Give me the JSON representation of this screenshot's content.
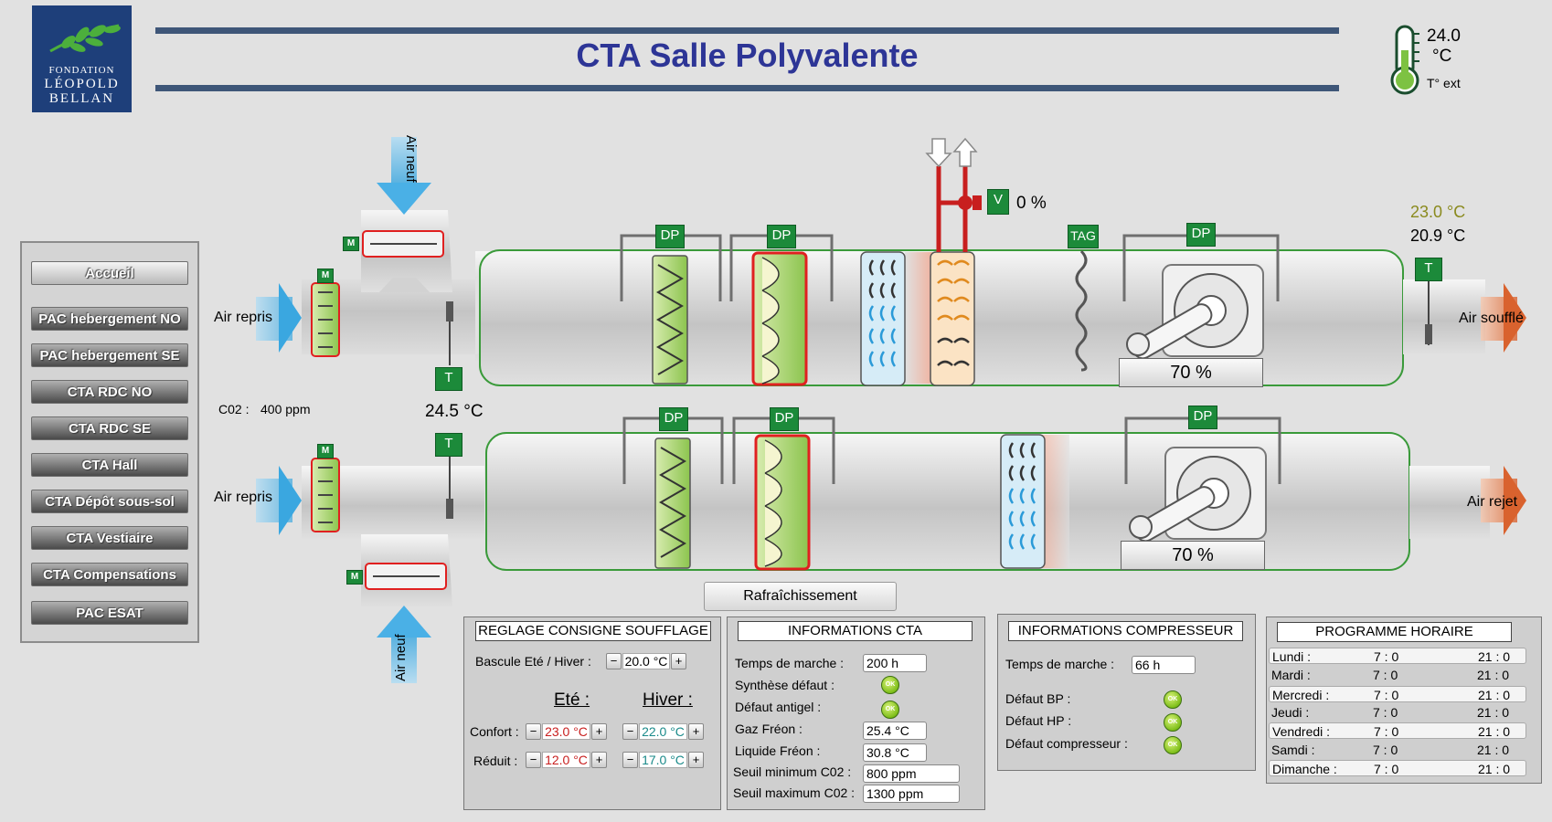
{
  "header": {
    "title": "CTA Salle Polyvalente",
    "logo_lines": [
      "FONDATION",
      "LÉOPOLD",
      "BELLAN"
    ],
    "ext_temp_value": "24.0",
    "ext_temp_unit": "°C",
    "ext_temp_label": "T° ext"
  },
  "nav": {
    "items": [
      {
        "label": "Accueil",
        "style": "light"
      },
      {
        "label": "PAC hebergement NO",
        "style": "dark"
      },
      {
        "label": "PAC hebergement SE",
        "style": "dark"
      },
      {
        "label": "CTA RDC NO",
        "style": "dark"
      },
      {
        "label": "CTA RDC SE",
        "style": "dark"
      },
      {
        "label": "CTA Hall",
        "style": "dark"
      },
      {
        "label": "CTA Dépôt sous-sol",
        "style": "dark"
      },
      {
        "label": "CTA Vestiaire",
        "style": "dark"
      },
      {
        "label": "CTA Compensations",
        "style": "dark"
      },
      {
        "label": "PAC ESAT",
        "style": "dark"
      }
    ]
  },
  "synoptic": {
    "air_neuf_top": "Air neuf",
    "air_neuf_bottom": "Air neuf",
    "air_repris_top": "Air repris",
    "air_repris_bottom": "Air repris",
    "air_souffle": "Air soufflé",
    "air_rejet": "Air rejet",
    "co2_label": "C02 :",
    "co2_value": "400 ppm",
    "mix_temp": "24.5 °C",
    "valve_tag": "V",
    "valve_pct": "0 %",
    "supply_setpoint": "23.0 °C",
    "supply_temp": "20.9 °C",
    "fan_top_pct": "70 %",
    "fan_bottom_pct": "70 %",
    "tag_dp": "DP",
    "tag_t": "T",
    "tag_m": "M",
    "tag_tag": "TAG",
    "mode_button": "Rafraîchissement",
    "colors": {
      "duct_border": "#3a9a3a",
      "tag_green": "#1c8a3a",
      "valve_red": "#c81e1e",
      "filter_red": "#e02020"
    }
  },
  "consigne": {
    "title": "REGLAGE CONSIGNE SOUFFLAGE",
    "bascule_label": "Bascule Eté / Hiver :",
    "bascule_value": "20.0 °C",
    "ete_label": "Eté :",
    "hiver_label": "Hiver :",
    "confort_label": "Confort :",
    "reduit_label": "Réduit :",
    "confort_ete": "23.0 °C",
    "confort_hiver": "22.0 °C",
    "reduit_ete": "12.0 °C",
    "reduit_hiver": "17.0 °C",
    "minus": "−",
    "plus": "+"
  },
  "info_cta": {
    "title": "INFORMATIONS CTA",
    "temps_label": "Temps de marche :",
    "temps_value": "200 h",
    "synthese_label": "Synthèse défaut :",
    "antigel_label": "Défaut antigel :",
    "gaz_label": "Gaz Fréon :",
    "gaz_value": "25.4 °C",
    "liquide_label": "Liquide Fréon :",
    "liquide_value": "30.8 °C",
    "seuil_min_label": "Seuil minimum C02 :",
    "seuil_min_value": "800 ppm",
    "seuil_max_label": "Seuil maximum C02 :",
    "seuil_max_value": "1300 ppm",
    "ok": "OK"
  },
  "info_comp": {
    "title": "INFORMATIONS COMPRESSEUR",
    "temps_label": "Temps de marche :",
    "temps_value": "66 h",
    "bp_label": "Défaut BP :",
    "hp_label": "Défaut HP :",
    "comp_label": "Défaut compresseur :",
    "ok": "OK"
  },
  "programme": {
    "title": "PROGRAMME HORAIRE",
    "days": [
      {
        "day": "Lundi :",
        "start": "7 : 0",
        "end": "21 : 0"
      },
      {
        "day": "Mardi :",
        "start": "7 : 0",
        "end": "21 : 0"
      },
      {
        "day": "Mercredi :",
        "start": "7 : 0",
        "end": "21 : 0"
      },
      {
        "day": "Jeudi :",
        "start": "7 : 0",
        "end": "21 : 0"
      },
      {
        "day": "Vendredi :",
        "start": "7 : 0",
        "end": "21 : 0"
      },
      {
        "day": "Samdi :",
        "start": "7 : 0",
        "end": "21 : 0"
      },
      {
        "day": "Dimanche :",
        "start": "7 : 0",
        "end": "21 : 0"
      }
    ]
  }
}
